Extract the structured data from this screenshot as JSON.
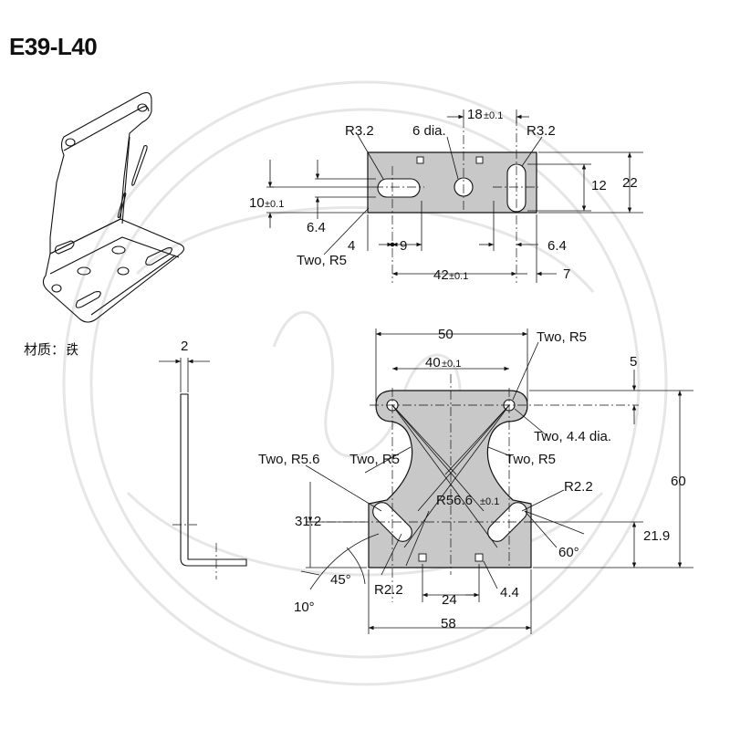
{
  "title": "E39-L40",
  "material_note": "材质：铁",
  "top_view": {
    "r_left": "R3.2",
    "hole": "6 dia.",
    "r_right": "R3.2",
    "dim_18_main": "18",
    "dim_18_tol": "±0.1",
    "dim_22": "22",
    "dim_12": "12",
    "dim_10_main": "10",
    "dim_10_tol": "±0.1",
    "dim_6_4_left": "6.4",
    "dim_4": "4",
    "dim_9": "9",
    "dim_6_4_right": "6.4",
    "two_r5": "Two, R5",
    "dim_42_main": "42",
    "dim_42_tol": "±0.1",
    "dim_7": "7"
  },
  "side_view": {
    "dim_2": "2"
  },
  "front_view": {
    "dim_50": "50",
    "dim_40_main": "40",
    "dim_40_tol": "±0.1",
    "two_r5_top": "Two, R5",
    "dim_5": "5",
    "two_4_4_dia": "Two, 4.4 dia.",
    "dim_60": "60",
    "two_r5_6": "Two, R5.6",
    "two_r5_mid": "Two, R5",
    "two_r5_right": "Two, R5",
    "r2_2_right": "R2.2",
    "r56_main": "R56.6",
    "r56_tol": "±0.1",
    "dim_31_2": "31.2",
    "dim_21_9": "21.9",
    "ang_60": "60°",
    "ang_45": "45°",
    "r2_2_left": "R2.2",
    "dim_24": "24",
    "dim_4_4": "4.4",
    "ang_10": "10°",
    "dim_58": "58"
  }
}
